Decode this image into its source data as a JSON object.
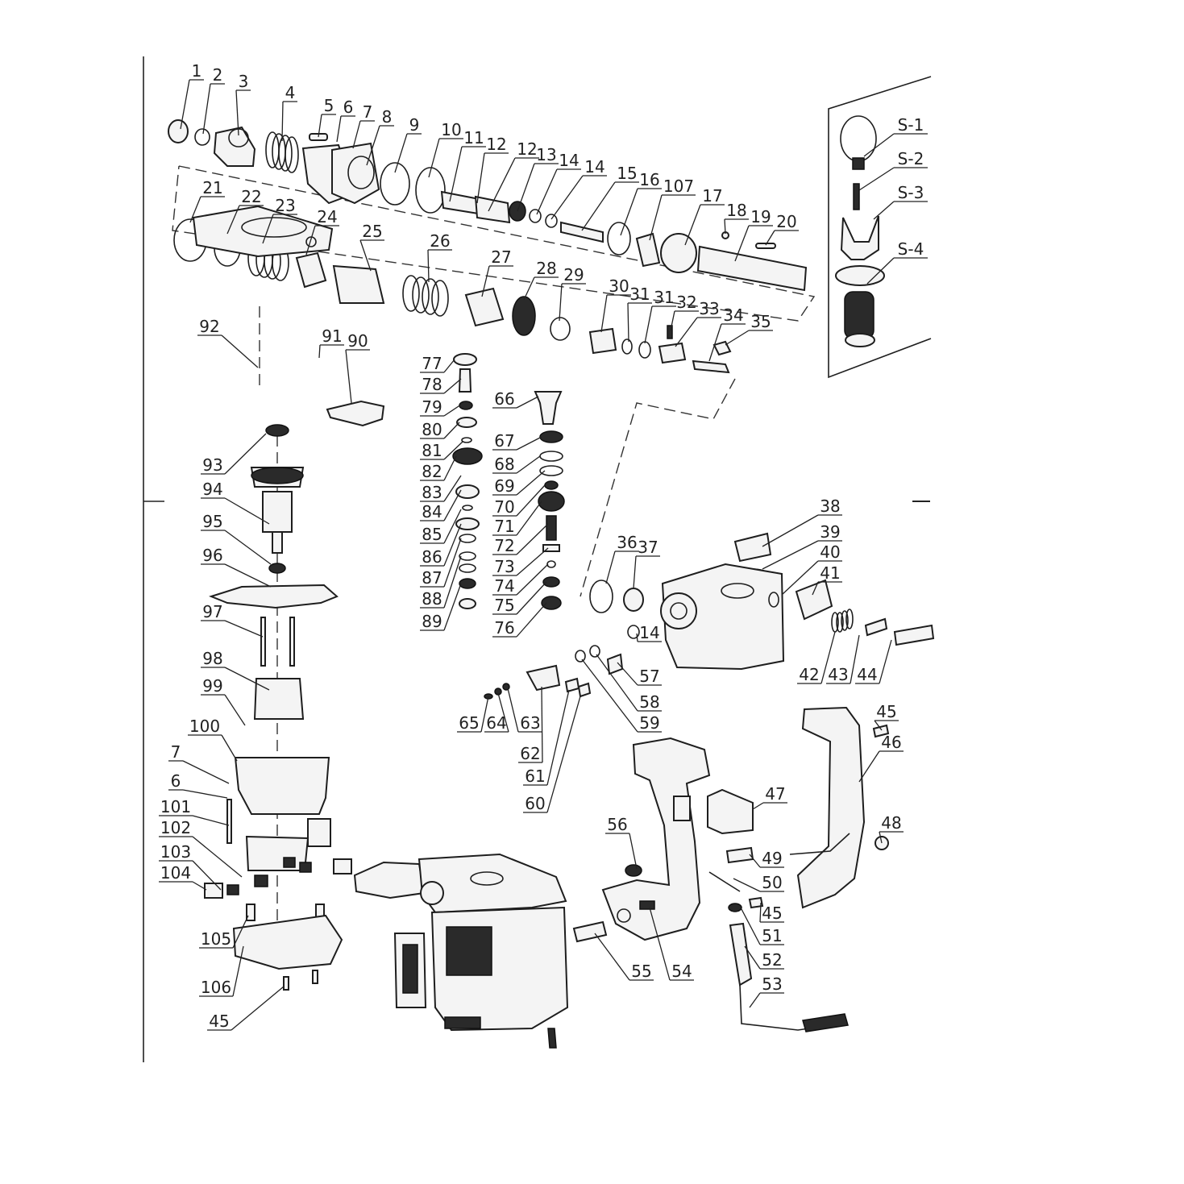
{
  "diagram": {
    "labels": [
      "1",
      "2",
      "3",
      "4",
      "5",
      "6",
      "7",
      "8",
      "9",
      "10",
      "11",
      "12",
      "12",
      "13",
      "14",
      "14",
      "15",
      "16",
      "107",
      "17",
      "18",
      "19",
      "20",
      "21",
      "22",
      "23",
      "24",
      "25",
      "26",
      "27",
      "28",
      "29",
      "30",
      "31",
      "31",
      "32",
      "33",
      "34",
      "35",
      "92",
      "91",
      "90",
      "77",
      "78",
      "79",
      "80",
      "81",
      "82",
      "83",
      "84",
      "85",
      "86",
      "87",
      "88",
      "89",
      "66",
      "67",
      "68",
      "69",
      "70",
      "71",
      "72",
      "73",
      "74",
      "75",
      "76",
      "93",
      "94",
      "95",
      "96",
      "97",
      "98",
      "99",
      "100",
      "7",
      "6",
      "101",
      "102",
      "103",
      "104",
      "105",
      "106",
      "45",
      "38",
      "39",
      "40",
      "41",
      "36",
      "37",
      "14",
      "57",
      "58",
      "59",
      "42",
      "43",
      "44",
      "65",
      "64",
      "63",
      "62",
      "61",
      "60",
      "45",
      "46",
      "47",
      "48",
      "49",
      "50",
      "45",
      "51",
      "52",
      "53",
      "56",
      "55",
      "54",
      "S-1",
      "S-2",
      "S-3",
      "S-4"
    ],
    "colors": {
      "line": "#1e1e1e",
      "fill": "#f4f4f4",
      "dark": "#2a2a2a"
    }
  }
}
